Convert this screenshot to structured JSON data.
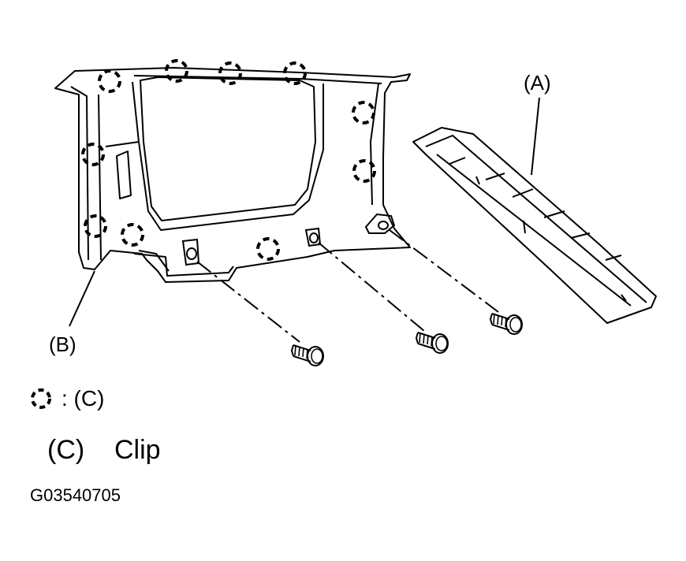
{
  "diagram": {
    "label_a": "(A)",
    "label_b": "(B)",
    "legend_text": ": (C)",
    "key_letter": "(C)",
    "key_name": "Clip",
    "figure_code": "G03540705"
  }
}
